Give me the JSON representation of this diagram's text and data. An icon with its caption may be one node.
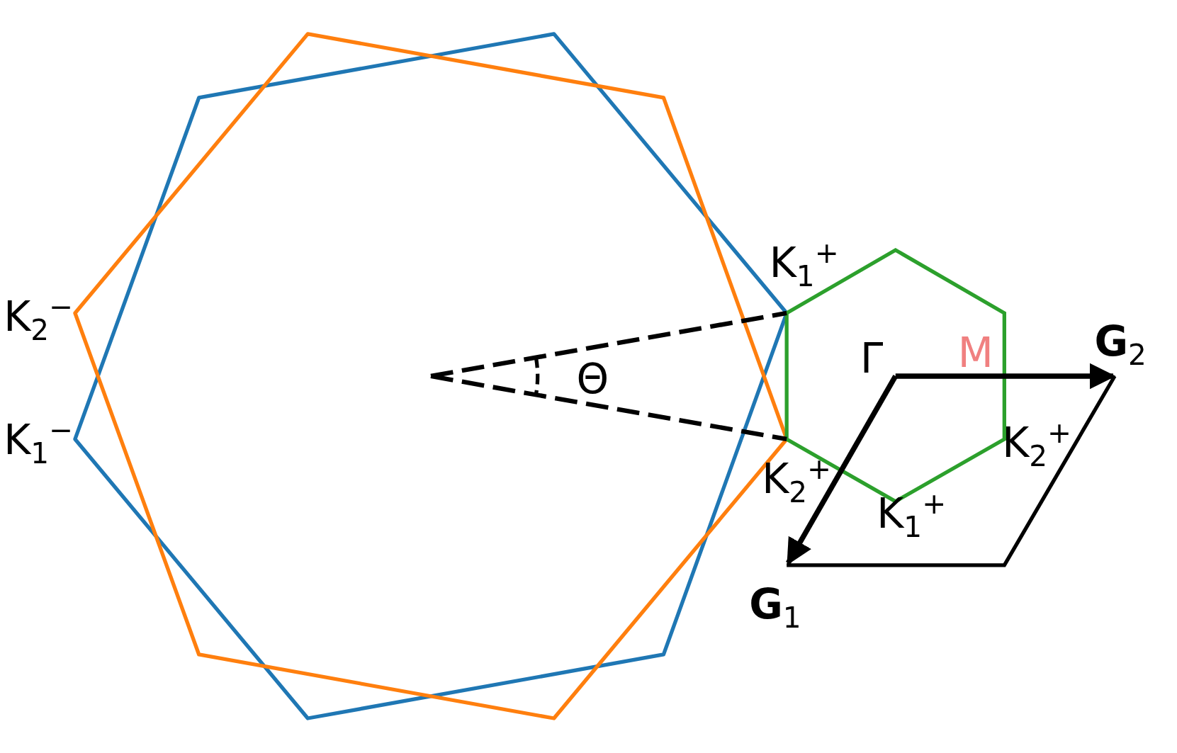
{
  "diagram": {
    "labels": [
      "K$_{1}$$^{+}$",
      "K$_{2}$$^{−}$",
      "Γ",
      "M",
      "**G**$_{2}$",
      "Θ",
      "K$_{1}$$^{−}$",
      "K$_{2}$$^{+}$",
      "K$_{2}$$^{+}$",
      "K$_{1}$$^{+}$",
      "**G**$_{1}$"
    ]
  }
}
